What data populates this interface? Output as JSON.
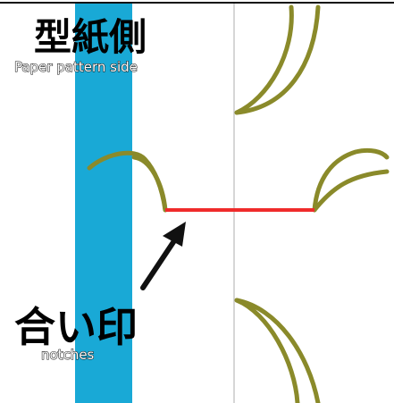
{
  "labels": {
    "paper_side_jp": "型紙側",
    "paper_side_en": "Paper pattern side",
    "notches_jp": "合い印",
    "notches_en": "notches"
  },
  "colors": {
    "background": "#ffffff",
    "strip": "#19a9d6",
    "curve": "#8a8a2a",
    "notch_line": "#ef2b2b",
    "arrow": "#111111",
    "fold_line": "#c8c8c8",
    "border": "#111111"
  }
}
